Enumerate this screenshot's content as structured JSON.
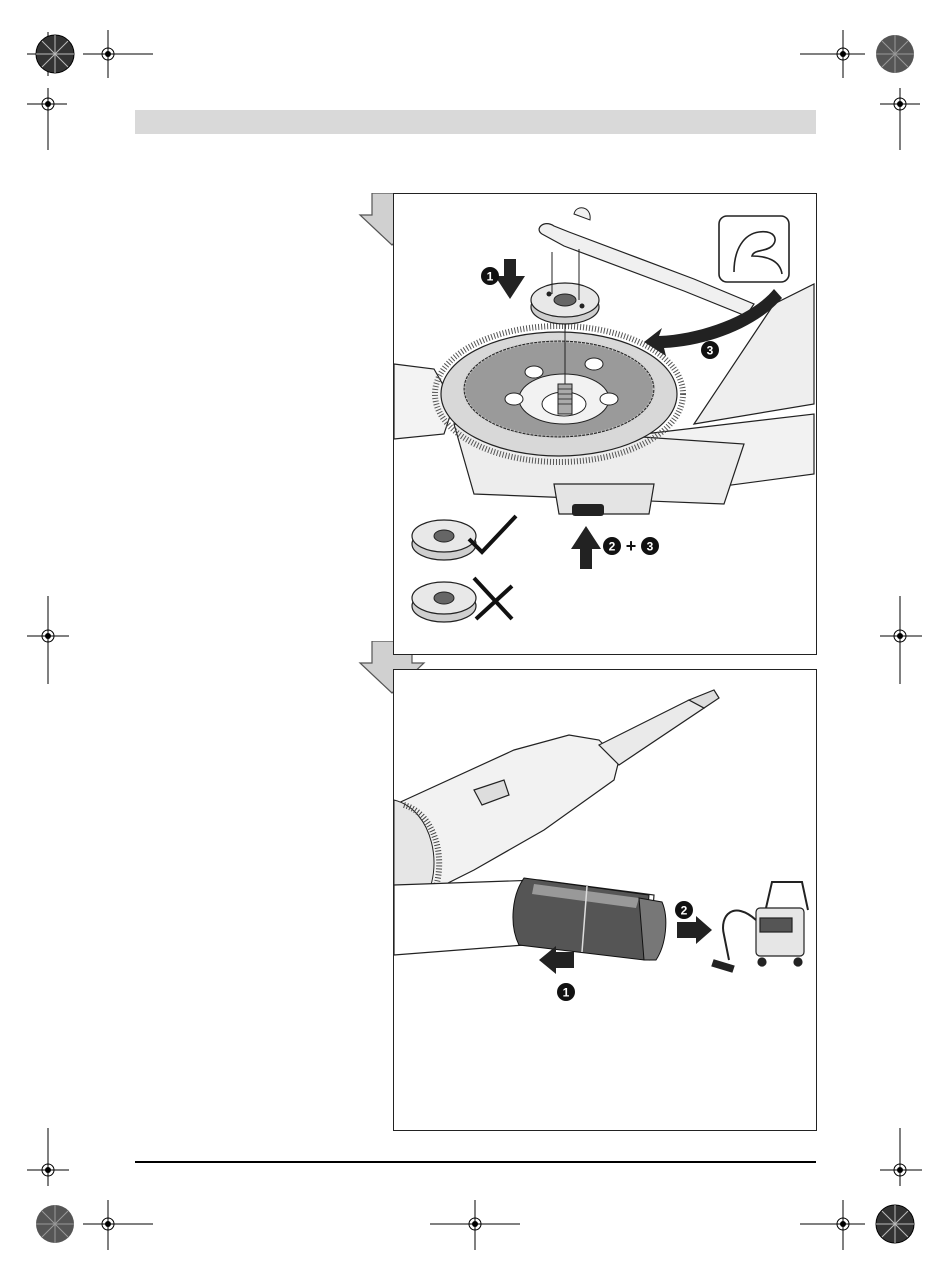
{
  "page": {
    "header_bar_color": "#d9d9d9",
    "footer_rule_color": "#000000"
  },
  "figure_1": {
    "steps": {
      "press_nut": "1",
      "release": "2",
      "combined_plus": "+",
      "combined_rotate": "3",
      "rotate": "3"
    },
    "icons": [
      "flat-arrow-down-icon",
      "wrench-icon",
      "strength-arm-icon",
      "check-mark-icon",
      "cross-mark-icon",
      "vacuum-cleaner-icon"
    ]
  },
  "figure_2": {
    "steps": {
      "push_hose": "1",
      "connect_vacuum": "2"
    }
  }
}
